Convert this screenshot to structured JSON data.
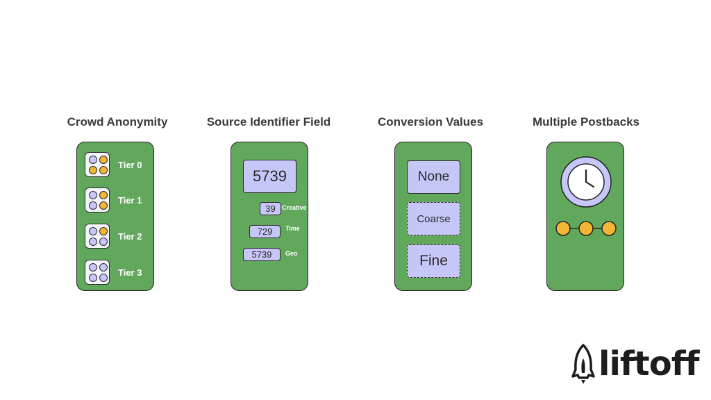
{
  "sections": [
    {
      "title": "Crowd Anonymity"
    },
    {
      "title": "Source Identifier Field"
    },
    {
      "title": "Conversion Values"
    },
    {
      "title": "Multiple Postbacks"
    }
  ],
  "crowd_anonymity": {
    "tiers": [
      {
        "label": "Tier 0",
        "dots": [
          "purple",
          "orange",
          "orange",
          "orange"
        ]
      },
      {
        "label": "Tier 1",
        "dots": [
          "purple",
          "orange",
          "purple",
          "orange"
        ]
      },
      {
        "label": "Tier 2",
        "dots": [
          "purple",
          "orange",
          "purple",
          "purple"
        ]
      },
      {
        "label": "Tier 3",
        "dots": [
          "purple",
          "purple",
          "purple",
          "purple"
        ]
      }
    ]
  },
  "source_identifier": {
    "main_value": "5739",
    "fields": [
      {
        "value": "39",
        "label": "Creative"
      },
      {
        "value": "729",
        "label": "Time"
      },
      {
        "value": "5739",
        "label": "Geo"
      }
    ]
  },
  "conversion_values": {
    "options": [
      "None",
      "Coarse",
      "Fine"
    ]
  },
  "brand": {
    "logo_text": "liftoff",
    "colors": {
      "card_green": "#62a85c",
      "purple": "#c7c6f8",
      "orange": "#f2b634"
    }
  }
}
